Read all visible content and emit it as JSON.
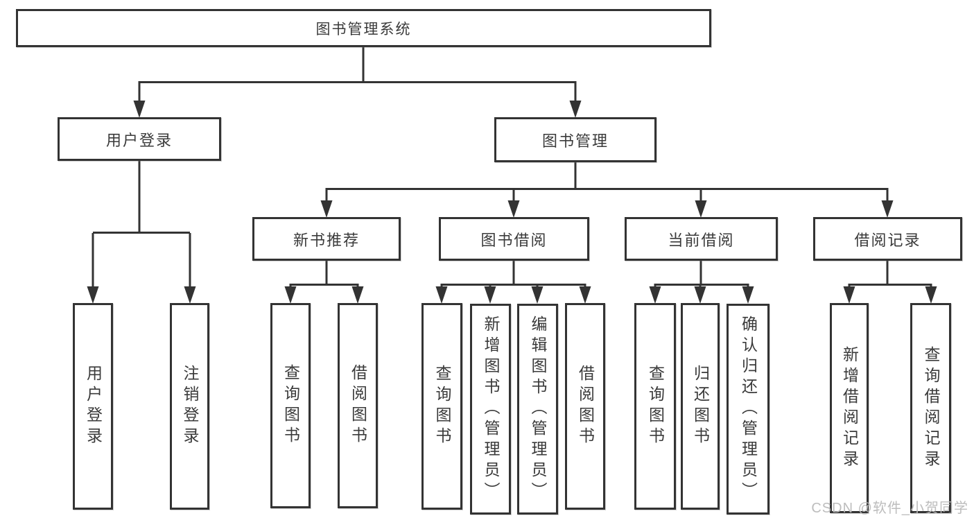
{
  "watermark": "CSDN @软件_小贺同学",
  "colors": {
    "line": "#333333",
    "box_border": "#333333",
    "text": "#3a3a3a",
    "watermark": "#b9b9b9",
    "background": "#ffffff"
  },
  "tree": {
    "root": {
      "label": "图书管理系统"
    },
    "level2": [
      {
        "label": "用户登录"
      },
      {
        "label": "图书管理"
      }
    ],
    "level3": [
      {
        "label": "新书推荐",
        "parent": "图书管理"
      },
      {
        "label": "图书借阅",
        "parent": "图书管理"
      },
      {
        "label": "当前借阅",
        "parent": "图书管理"
      },
      {
        "label": "借阅记录",
        "parent": "图书管理"
      }
    ],
    "leaves": [
      {
        "label": "用户登录",
        "parent": "用户登录"
      },
      {
        "label": "注销登录",
        "parent": "用户登录"
      },
      {
        "label": "查询图书",
        "parent": "新书推荐"
      },
      {
        "label": "借阅图书",
        "parent": "新书推荐"
      },
      {
        "label": "查询图书",
        "parent": "图书借阅"
      },
      {
        "label": "新增图书（管理员）",
        "parent": "图书借阅"
      },
      {
        "label": "编辑图书（管理员）",
        "parent": "图书借阅"
      },
      {
        "label": "借阅图书",
        "parent": "图书借阅"
      },
      {
        "label": "查询图书",
        "parent": "当前借阅"
      },
      {
        "label": "归还图书",
        "parent": "当前借阅"
      },
      {
        "label": "确认归还（管理员）",
        "parent": "当前借阅"
      },
      {
        "label": "新增借阅记录",
        "parent": "借阅记录"
      },
      {
        "label": "查询借阅记录",
        "parent": "借阅记录"
      }
    ]
  }
}
